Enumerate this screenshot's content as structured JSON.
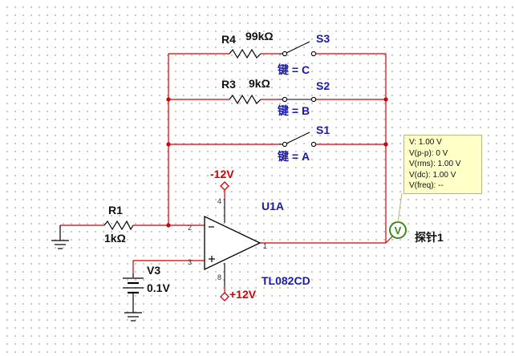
{
  "components": {
    "r4": {
      "ref": "R4",
      "value": "99kΩ"
    },
    "r3": {
      "ref": "R3",
      "value": "9kΩ"
    },
    "r1": {
      "ref": "R1",
      "value": "1kΩ"
    },
    "s3": {
      "ref": "S3",
      "key_label": "键 = C"
    },
    "s2": {
      "ref": "S2",
      "key_label": "键 = B"
    },
    "s1": {
      "ref": "S1",
      "key_label": "键 = A"
    },
    "u1a": {
      "ref": "U1A",
      "part": "TL082CD"
    },
    "v3": {
      "ref": "V3",
      "value": "0.1V"
    },
    "vneg": {
      "label": "-12V"
    },
    "vpos": {
      "label": "+12V"
    },
    "probe": {
      "ref": "探针1",
      "icon": "V"
    }
  },
  "pins": {
    "p2": "2",
    "p3": "3",
    "p1": "1",
    "p4": "4",
    "p8": "8"
  },
  "probe_readout": {
    "v": "V: 1.00 V",
    "vpp": "V(p-p): 0 V",
    "vrms": "V(rms): 1.00 V",
    "vdc": "V(dc): 1.00 V",
    "vfreq": "V(freq): --"
  },
  "colors": {
    "wire": "#d40000",
    "label_blue": "#1a1aa6",
    "component": "#000000",
    "probe_green": "#3a8a1e"
  }
}
